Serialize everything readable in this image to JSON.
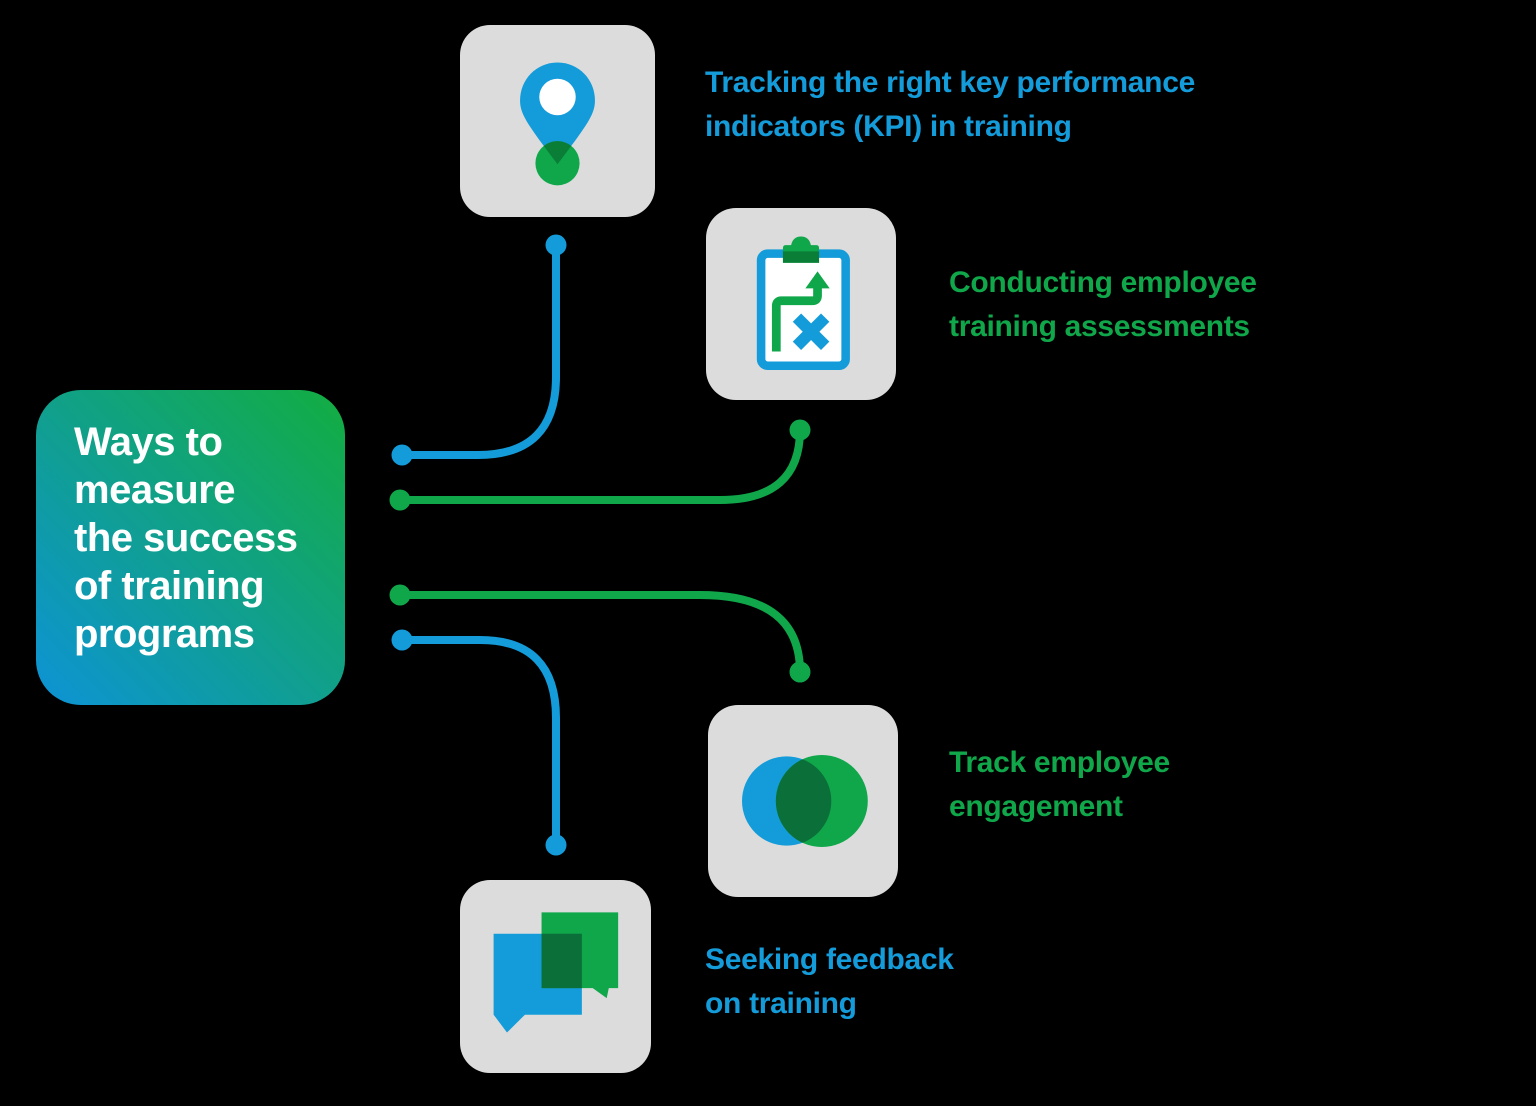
{
  "title": {
    "text": "Ways to\nmeasure\nthe success\nof training\nprograms"
  },
  "branches": [
    {
      "icon": "map-pin-icon",
      "color": "blue",
      "label": "Tracking the right key performance\nindicators (KPI) in training"
    },
    {
      "icon": "clipboard-route-icon",
      "color": "green",
      "label": "Conducting employee\ntraining assessments"
    },
    {
      "icon": "venn-diagram-icon",
      "color": "green",
      "label": "Track employee\nengagement"
    },
    {
      "icon": "chat-bubbles-icon",
      "color": "blue",
      "label": "Seeking feedback\non training"
    }
  ],
  "colors": {
    "background": "#000000",
    "blue": "#149bd9",
    "green": "#10a74b",
    "dark_green": "#0b6f3a",
    "deep_green": "#0a7d36",
    "icon_bg": "#dcdcdc",
    "white": "#ffffff",
    "gradient_start": "#0d93d6",
    "gradient_end": "#13ad40"
  }
}
